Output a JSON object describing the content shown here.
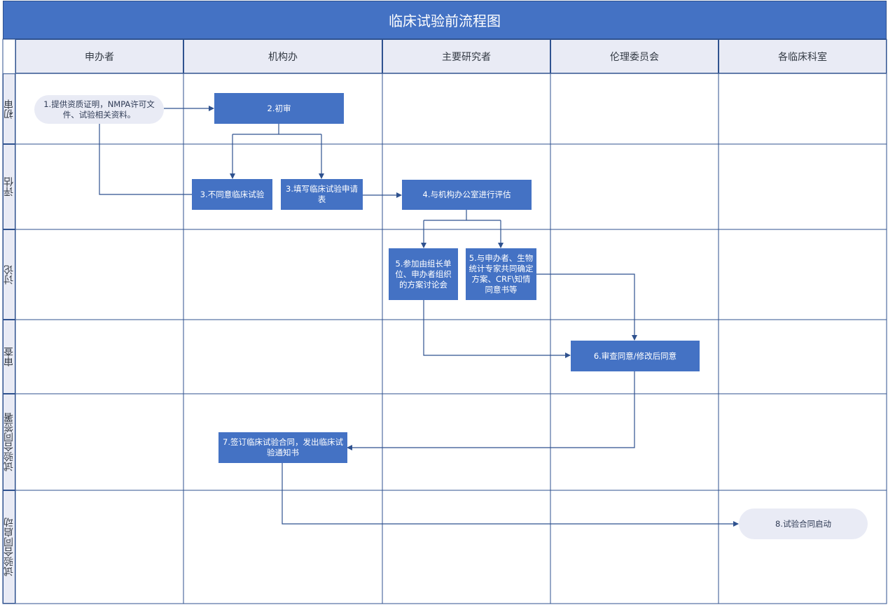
{
  "title": "临床试验前流程图",
  "columns": [
    "申办者",
    "机构办",
    "主要研究者",
    "伦理委员会",
    "各临床科室"
  ],
  "rows": [
    "初审",
    "评估",
    "讨论",
    "审查",
    "试验合同签署",
    "试验合同启动"
  ],
  "nodes": {
    "n1": "1.提供资质证明，NMPA许可文件、试验相关资料。",
    "n2": "2.初审",
    "n3a": "3.不同意临床试验",
    "n3b": "3.填写临床试验申请表",
    "n4": "4.与机构办公室进行评估",
    "n5a": "5.参加由组长单位、申办者组织的方案讨论会",
    "n5b": "5.与申办者、生物统计专家共同确定方案、CRF\\知情同意书等",
    "n6": "6.审查同意/修改后同意",
    "n7": "7.签订临床试验合同，发出临床试验通知书",
    "n8": "8.试验合同启动"
  },
  "colors": {
    "accent": "#4472c4",
    "border": "#2f528f",
    "light": "#e9ebf5"
  }
}
